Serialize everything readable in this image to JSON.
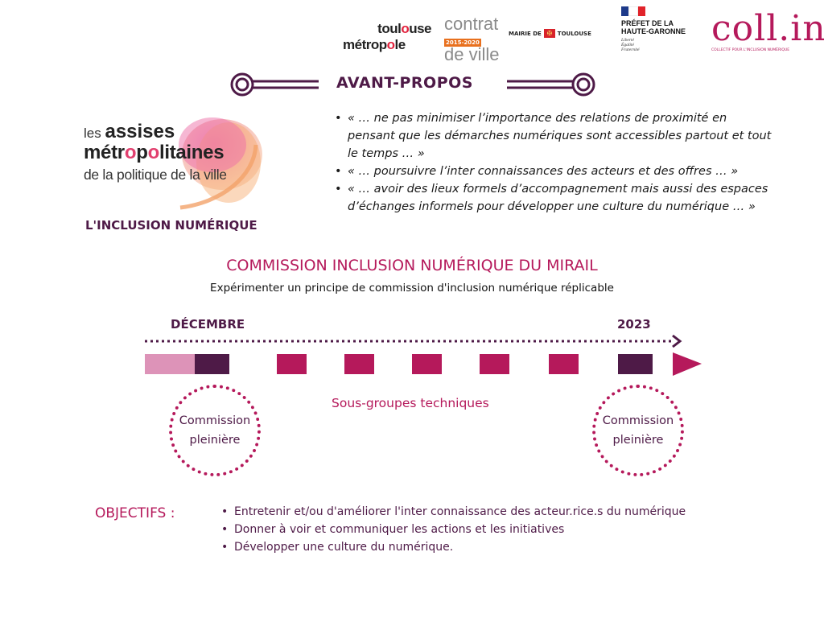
{
  "logos": {
    "toulouse_metropole": {
      "line1_a": "toul",
      "line1_o": "o",
      "line1_b": "use",
      "line2_a": "métrop",
      "line2_o": "o",
      "line2_b": "le"
    },
    "contrat_de_ville": {
      "word1": "contrat",
      "years": "2015-2020",
      "word2": "de ville"
    },
    "mairie": {
      "text_a": "MAIRIE DE",
      "text_b": "TOULOUSE"
    },
    "prefet": {
      "title": "PRÉFET DE LA HAUTE-GARONNE",
      "motto_1": "Liberté",
      "motto_2": "Égalité",
      "motto_3": "Fraternité"
    },
    "collin": {
      "word": "coll.in",
      "subtitle": "COLLECTIF POUR L'INCLUSION NUMÉRIQUE"
    }
  },
  "header": {
    "title": "AVANT-PROPOS"
  },
  "assises_logo": {
    "line1_small": "les",
    "line1_big": "assises",
    "line2_a": "métr",
    "line2_o1": "o",
    "line2_b": "p",
    "line2_o2": "o",
    "line2_c": "litaines",
    "line3": "de la politique de la ville"
  },
  "inclusion_label": "L'INCLUSION NUMÉRIQUE",
  "quotes": [
    "« … ne pas minimiser l’importance des relations de proximité en pensant que les démarches numériques sont accessibles partout et tout le temps … »",
    "« … poursuivre l’inter connaissances des acteurs et des offres … »",
    "« … avoir des lieux formels d’accompagnement mais aussi des espaces d’échanges informels pour développer une culture du numérique … »"
  ],
  "commission": {
    "title": "COMMISSION INCLUSION NUMÉRIQUE DU MIRAIL",
    "subtitle": "Expérimenter un principe de commission d'inclusion numérique réplicable"
  },
  "timeline": {
    "start_label": "DÉCEMBRE",
    "end_label": "2023",
    "colors": {
      "light": "#dd93b8",
      "dark": "#4e1a47",
      "accent": "#b5195b"
    },
    "blocks": [
      "light",
      "dark",
      "accent",
      "accent",
      "accent",
      "accent",
      "accent",
      "dark"
    ]
  },
  "plenary_left": {
    "line1": "Commission",
    "line2": "pleinière"
  },
  "plenary_right": {
    "line1": "Commission",
    "line2": "pleinière"
  },
  "sous_groupes": "Sous-groupes techniques",
  "objectifs": {
    "title": "OBJECTIFS :",
    "items": [
      "Entretenir et/ou d'améliorer l'inter connaissance des acteur.rice.s du numérique",
      "Donner à voir et communiquer les actions et les initiatives",
      "Développer une culture du numérique."
    ]
  }
}
